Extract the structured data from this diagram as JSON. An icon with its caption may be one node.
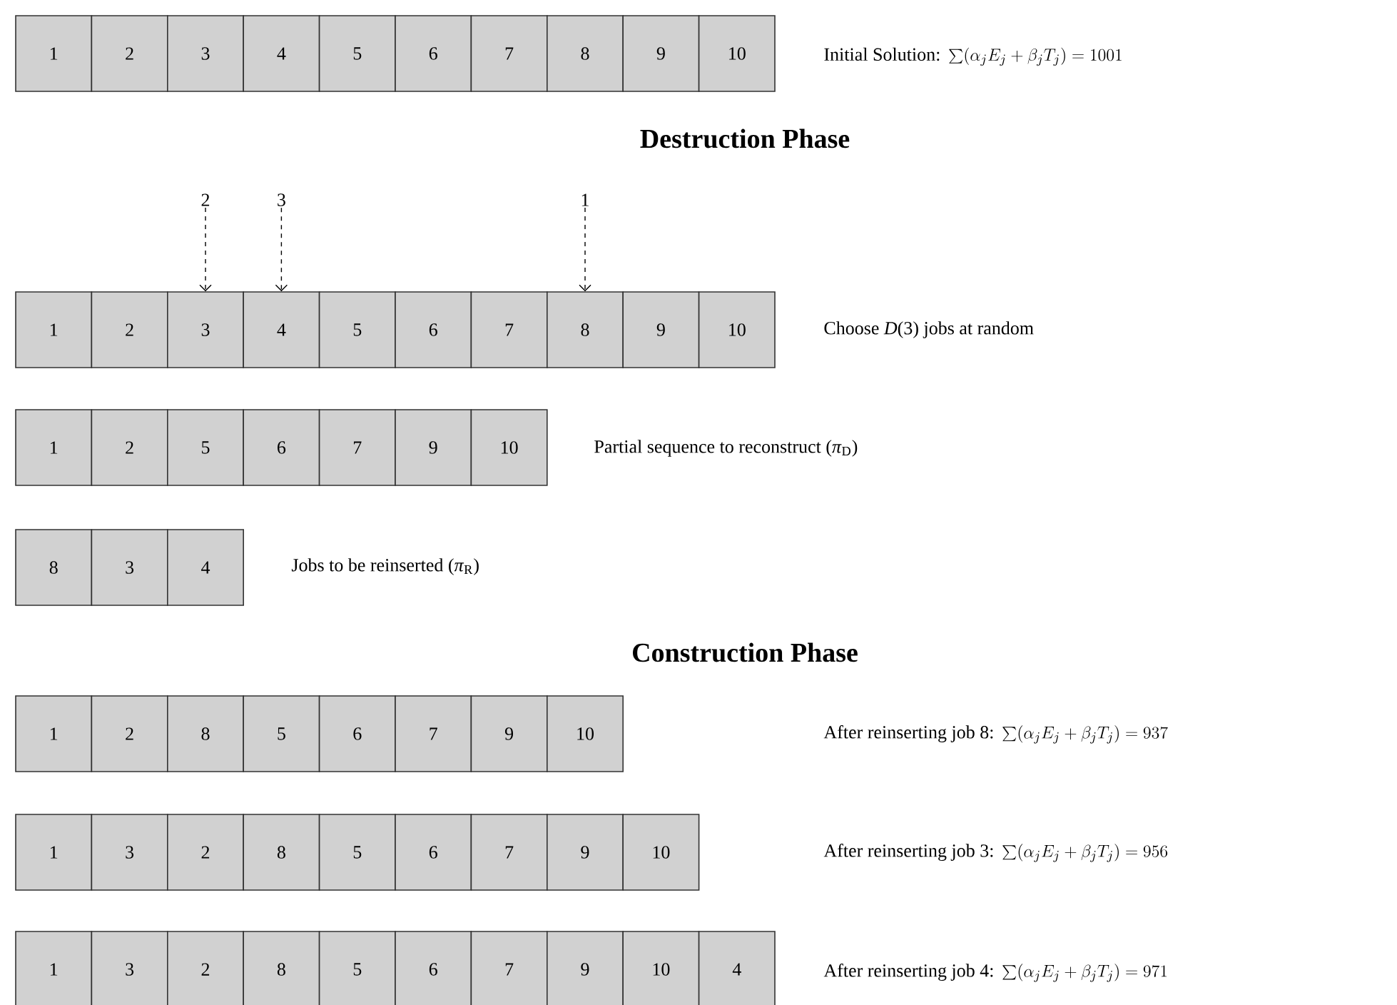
{
  "diagram": {
    "nodes": [
      {
        "text": [
          "1"
        ]
      },
      {
        "text": [
          "2"
        ]
      },
      {
        "text": [
          "3"
        ]
      },
      {
        "text": [
          "4"
        ]
      },
      {
        "text": [
          "5"
        ]
      },
      {
        "text": [
          "6"
        ]
      },
      {
        "text": [
          "7"
        ]
      },
      {
        "text": [
          "8"
        ]
      },
      {
        "text": [
          "9"
        ]
      },
      {
        "text": [
          "10"
        ]
      },
      {
        "text": [
          "2"
        ]
      },
      {
        "text": [
          "3"
        ]
      },
      {
        "text": [
          "1"
        ]
      },
      {
        "text": [
          "1"
        ]
      },
      {
        "text": [
          "2"
        ]
      },
      {
        "text": [
          "3"
        ]
      },
      {
        "text": [
          "4"
        ]
      },
      {
        "text": [
          "5"
        ]
      },
      {
        "text": [
          "6"
        ]
      },
      {
        "text": [
          "7"
        ]
      },
      {
        "text": [
          "8"
        ]
      },
      {
        "text": [
          "9"
        ]
      },
      {
        "text": [
          "10"
        ]
      },
      {
        "text": [
          "1"
        ]
      },
      {
        "text": [
          "2"
        ]
      },
      {
        "text": [
          "5"
        ]
      },
      {
        "text": [
          "6"
        ]
      },
      {
        "text": [
          "7"
        ]
      },
      {
        "text": [
          "9"
        ]
      },
      {
        "text": [
          "10"
        ]
      },
      {
        "text": [
          "8"
        ]
      },
      {
        "text": [
          "3"
        ]
      },
      {
        "text": [
          "4"
        ]
      },
      {
        "text": [
          "1"
        ]
      },
      {
        "text": [
          "2"
        ]
      },
      {
        "text": [
          "8"
        ]
      },
      {
        "text": [
          "5"
        ]
      },
      {
        "text": [
          "6"
        ]
      },
      {
        "text": [
          "7"
        ]
      },
      {
        "text": [
          "9"
        ]
      },
      {
        "text": [
          "10"
        ]
      },
      {
        "text": [
          "1"
        ]
      },
      {
        "text": [
          "3"
        ]
      },
      {
        "text": [
          "2"
        ]
      },
      {
        "text": [
          "8"
        ]
      },
      {
        "text": [
          "5"
        ]
      },
      {
        "text": [
          "6"
        ]
      },
      {
        "text": [
          "7"
        ]
      },
      {
        "text": [
          "9"
        ]
      },
      {
        "text": [
          "10"
        ]
      },
      {
        "text": [
          "1"
        ]
      },
      {
        "text": [
          "3"
        ]
      },
      {
        "text": [
          "2"
        ]
      },
      {
        "text": [
          "8"
        ]
      },
      {
        "text": [
          "5"
        ]
      },
      {
        "text": [
          "6"
        ]
      },
      {
        "text": [
          "7"
        ]
      },
      {
        "text": [
          "9"
        ]
      },
      {
        "text": [
          "10"
        ]
      },
      {
        "text": [
          "4"
        ]
      }
    ],
    "edges": [
      {
        "from": 10,
        "to": 15,
        "arrow": "to",
        "style": "dashed"
      },
      {
        "from": 11,
        "to": 16,
        "arrow": "to",
        "style": "dashed"
      },
      {
        "from": 12,
        "to": 20,
        "arrow": "to",
        "style": "dashed"
      }
    ],
    "labels": [
      "Initial Solution:",
      "\\sum(\\alpha_j E_j + \\beta_j T_j) = 1001",
      "Destruction Phase",
      "Choose *D*(3) jobs at random",
      "Partial sequence to reconstruct (*π*$_{D}$)",
      "Jobs to be reinserted (*π*$_{R}$)",
      "Construction Phase",
      "After reinserting job 8:",
      "\\sum(\\alpha_j E_j + \\beta_j T_j) = 937",
      "After reinserting job 3:",
      "\\sum(\\alpha_j E_j + \\beta_j T_j) = 956",
      "After reinserting job 4:",
      "\\sum(\\alpha_j E_j + \\beta_j T_j) = 971"
    ]
  }
}
